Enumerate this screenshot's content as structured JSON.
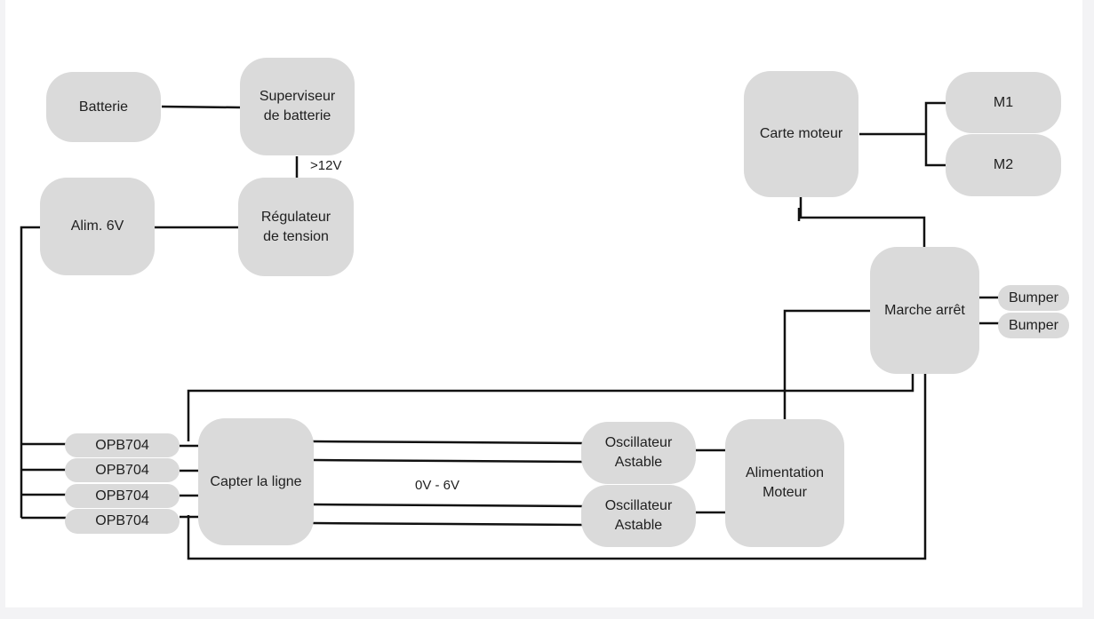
{
  "diagram": {
    "nodes": {
      "batterie": "Batterie",
      "superviseur": "Superviseur\nde batterie",
      "alim6v": "Alim. 6V",
      "regulateur": "Régulateur\nde tension",
      "carte_moteur": "Carte moteur",
      "m1": "M1",
      "m2": "M2",
      "marche_arret": "Marche arrêt",
      "bumper1": "Bumper",
      "bumper2": "Bumper",
      "opb1": "OPB704",
      "opb2": "OPB704",
      "opb3": "OPB704",
      "opb4": "OPB704",
      "capter": "Capter la ligne",
      "osc1": "Oscillateur\nAstable",
      "osc2": "Oscillateur\nAstable",
      "alim_moteur": "Alimentation\nMoteur"
    },
    "labels": {
      "over_12v": ">12V",
      "voltage_range": "0V - 6V"
    }
  }
}
